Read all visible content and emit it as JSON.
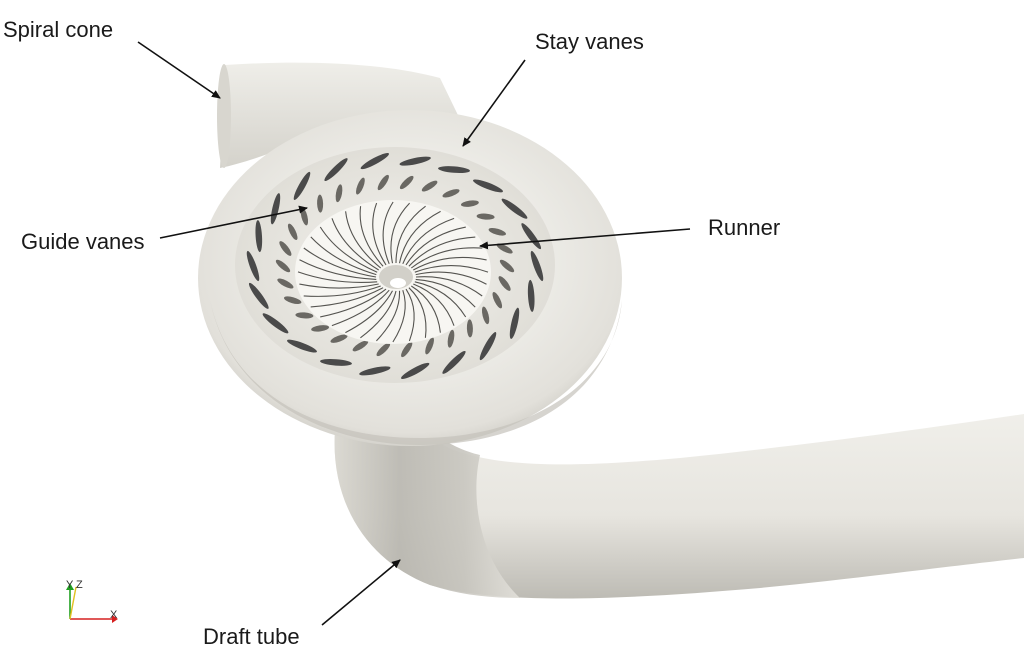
{
  "labels": {
    "spiral_cone": "Spiral cone",
    "stay_vanes": "Stay vanes",
    "guide_vanes": "Guide vanes",
    "runner": "Runner",
    "draft_tube": "Draft tube"
  },
  "axes_triad": {
    "x": "X",
    "y": "Y",
    "z": "Z"
  },
  "colors": {
    "surface": "#e8e6e0",
    "surface_shade": "#c9c7c0",
    "vane": "#4a4a4a",
    "arrow": "#111111",
    "axis_x": "#d62020",
    "axis_y": "#e0c020",
    "axis_z": "#20a020"
  }
}
